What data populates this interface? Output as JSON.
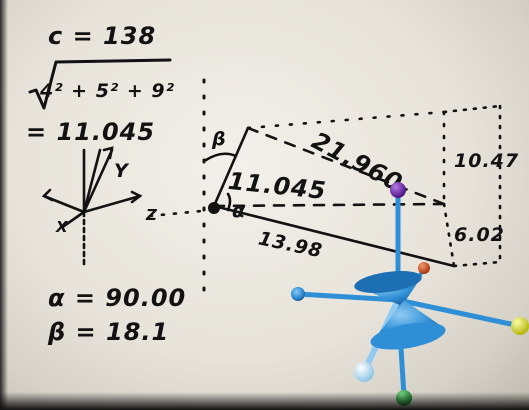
{
  "notes": {
    "c_eq": "c = 138",
    "sqrt_expr": "4² + 5² + 9²",
    "result": "= 11.045",
    "alpha_eq": "α = 90.00",
    "beta_eq": "β = 18.1",
    "axis_y": "Y",
    "axis_x": "X",
    "axis_z": "Z",
    "diagram_beta": "β",
    "diagram_alpha": "α",
    "len_11": "11.045",
    "len_diag": "21.960",
    "len_13": "13.98",
    "len_1047": "10.47",
    "len_602": "6.02"
  },
  "colors": {
    "paper": "#ece9e2",
    "ink": "#121212",
    "model_blue": "#2f8fd6",
    "ball_purple": "#6a1fa8",
    "ball_yellow": "#e6e81a",
    "ball_green": "#22a63a",
    "ball_lightblue": "#bfe3f7",
    "ball_red": "#d9541e"
  }
}
